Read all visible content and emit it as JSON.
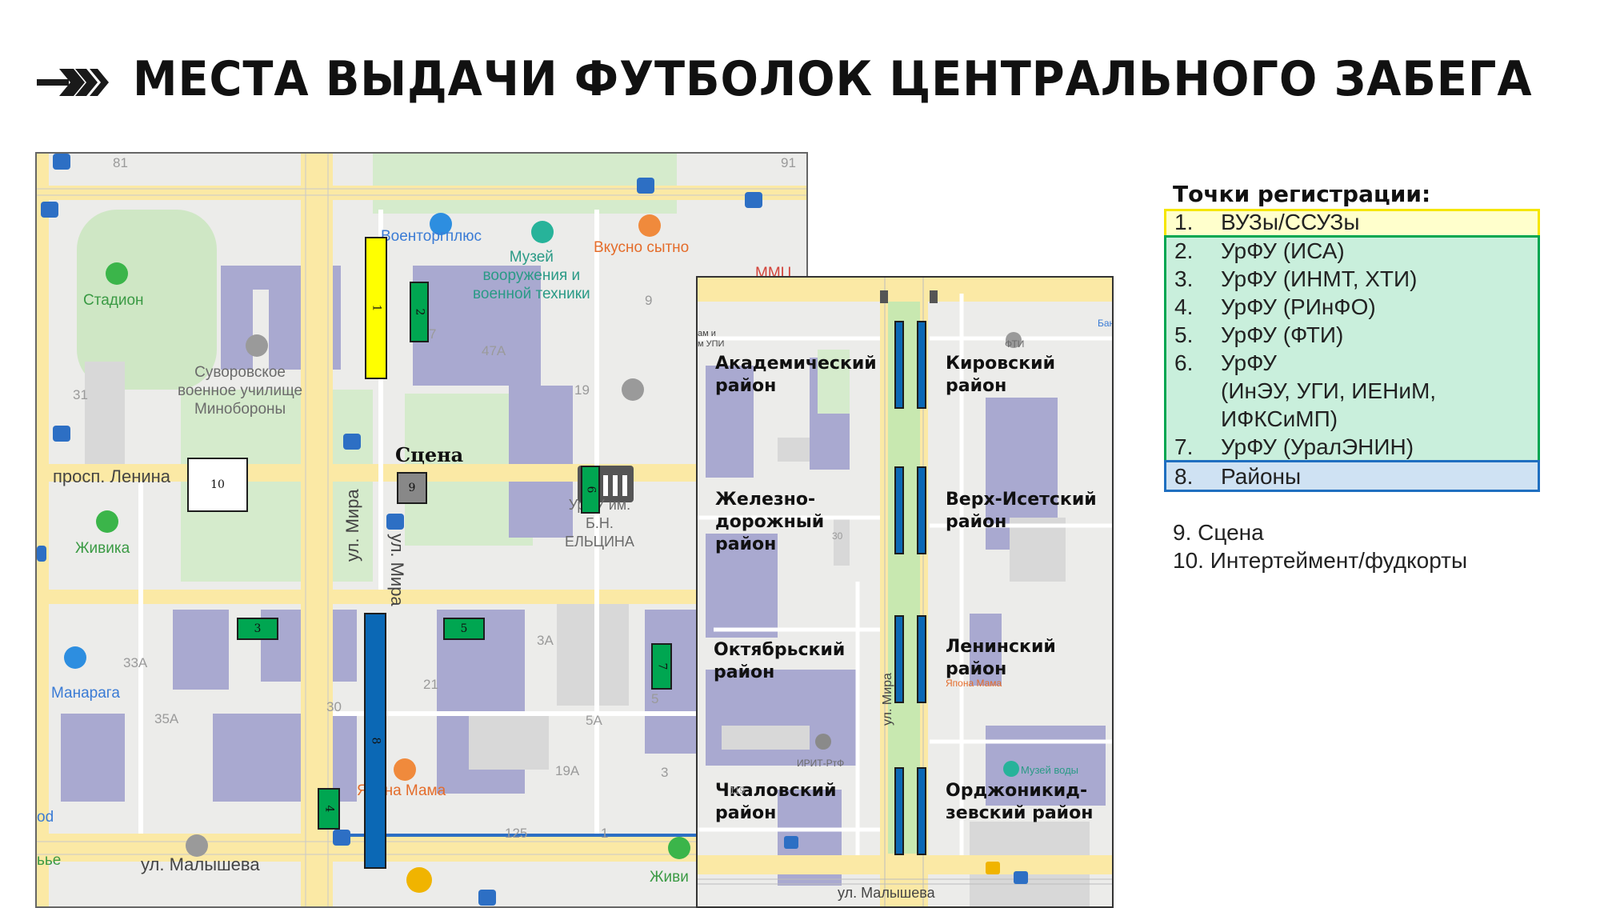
{
  "title": "МЕСТА ВЫДАЧИ ФУТБОЛОК ЦЕНТРАЛЬНОГО ЗАБЕГА",
  "map_main": {
    "place_labels": {
      "voentorg": "Военторгплюс",
      "museum": "Музей\nвооружения и\nвоенной техники",
      "vkusno": "Вкусно сытно",
      "stadion": "Стадион",
      "suvorov": "Суворовское\nвоенное училище\nМинобороны",
      "prosp_lenina": "просп. Ленина",
      "zhivika": "Живика",
      "manaraga": "Манарага",
      "yeltsin": "УрФУ им.\nБ.Н.\nЕЛЬЦИНА",
      "yaponamama": "Япона Мама",
      "ul_mira_1": "ул. Мира",
      "ul_mira_2": "ул. Мира",
      "ul_malysheva": "ул. Малышева",
      "zhivi": "Живи",
      "mmu": "ММЦ",
      "od": "od",
      "be": "ьье"
    },
    "house_numbers": [
      "81",
      "91",
      "31",
      "47А",
      "19",
      "9",
      "33А",
      "35А",
      "30",
      "21",
      "3А",
      "5А",
      "19А",
      "3",
      "125",
      "1",
      "5",
      "7"
    ],
    "scene_label": "Сцена",
    "markers": [
      {
        "id": "1",
        "color": "yellow"
      },
      {
        "id": "2",
        "color": "green"
      },
      {
        "id": "3",
        "color": "green"
      },
      {
        "id": "4",
        "color": "green"
      },
      {
        "id": "5",
        "color": "green"
      },
      {
        "id": "6",
        "color": "green"
      },
      {
        "id": "7",
        "color": "green"
      },
      {
        "id": "8",
        "color": "blue"
      },
      {
        "id": "9",
        "color": "gray"
      },
      {
        "id": "10",
        "color": "white"
      }
    ]
  },
  "map_inset": {
    "districts": [
      {
        "name": "Академический\nрайон"
      },
      {
        "name": "Кировский\nрайон"
      },
      {
        "name": "Железно-\nдорожный\nрайон"
      },
      {
        "name": "Верх-Исетский\nрайон"
      },
      {
        "name": "Октябрьский\nрайон"
      },
      {
        "name": "Ленинский\nрайон"
      },
      {
        "name": "Чкаловский\nрайон"
      },
      {
        "name": "Орджоникид-\nзевский район"
      }
    ],
    "labels": {
      "ul_mira": "ул. Мира",
      "ul_malysheva": "ул. Малышева",
      "irit": "ИРИТ-РтФ",
      "muzey_vody": "Музей воды",
      "yaponamama": "Япона Мама",
      "fti": "ФТИ",
      "upi": "ам и\nм УПИ",
      "ban": "Бан",
      "n30": "30",
      "n119": "119"
    }
  },
  "legend": {
    "heading": "Точки регистрации:",
    "items": [
      {
        "num": "1.",
        "text": "ВУЗы/ССУЗы",
        "group": "yellow"
      },
      {
        "num": "2.",
        "text": "УрФУ (ИСА)",
        "group": "green"
      },
      {
        "num": "3.",
        "text": "УрФУ (ИНМТ, ХТИ)",
        "group": "green"
      },
      {
        "num": "4.",
        "text": "УрФУ (РИнФО)",
        "group": "green"
      },
      {
        "num": "5.",
        "text": "УрФУ (ФТИ)",
        "group": "green"
      },
      {
        "num": "6.",
        "text": "УрФУ\n(ИнЭУ, УГИ, ИЕНиМ,\nИФКСиМП)",
        "group": "green"
      },
      {
        "num": "7.",
        "text": "УрФУ (УралЭНИН)",
        "group": "green"
      },
      {
        "num": "8.",
        "text": "Районы",
        "group": "blue"
      }
    ],
    "extras": [
      "9. Сцена",
      "10. Интертеймент/фудкорты"
    ],
    "colors": {
      "yellow_fill": "#ffffcc",
      "yellow_border": "#f5e600",
      "green_fill": "#c9efdc",
      "green_border": "#00a651",
      "blue_fill": "#cfe2f3",
      "blue_border": "#1f6fc0"
    }
  }
}
